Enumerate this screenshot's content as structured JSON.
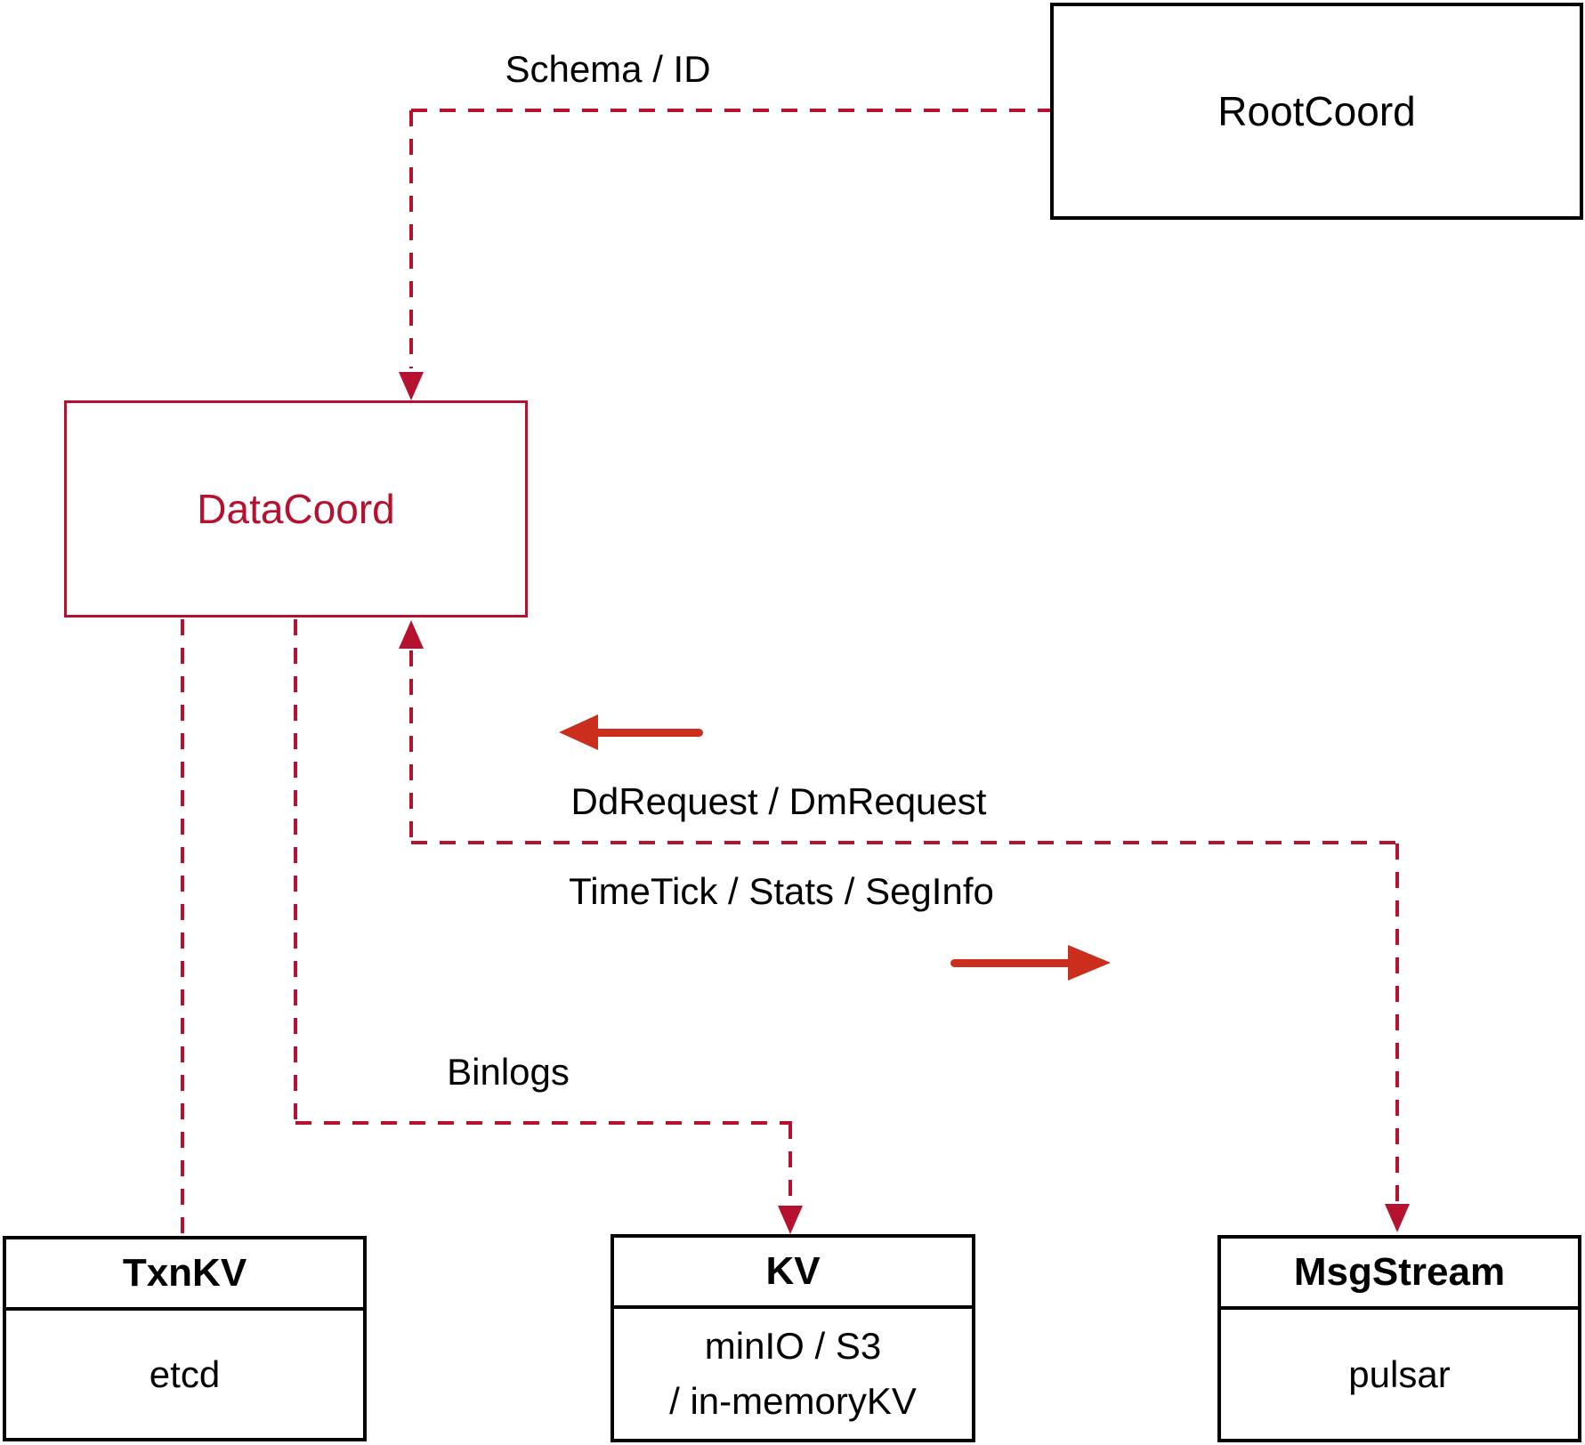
{
  "diagram": {
    "nodes": {
      "rootcoord": {
        "label": "RootCoord"
      },
      "datacoord": {
        "label": "DataCoord"
      },
      "txnkv": {
        "title": "TxnKV",
        "body": "etcd"
      },
      "kv": {
        "title": "KV",
        "body_line1": "minIO / S3",
        "body_line2": "/ in-memoryKV"
      },
      "msgstream": {
        "title": "MsgStream",
        "body": "pulsar"
      }
    },
    "edge_labels": {
      "schema_id": "Schema / ID",
      "dd_request": "DdRequest / DmRequest",
      "timetick": "TimeTick / Stats / SegInfo",
      "binlogs": "Binlogs"
    },
    "colors": {
      "dashed_line": "#b5122f",
      "solid_arrow": "#cb2e1d",
      "box_border_black": "#000000",
      "datacoord_accent": "#b5122f",
      "text": "#000000"
    }
  }
}
